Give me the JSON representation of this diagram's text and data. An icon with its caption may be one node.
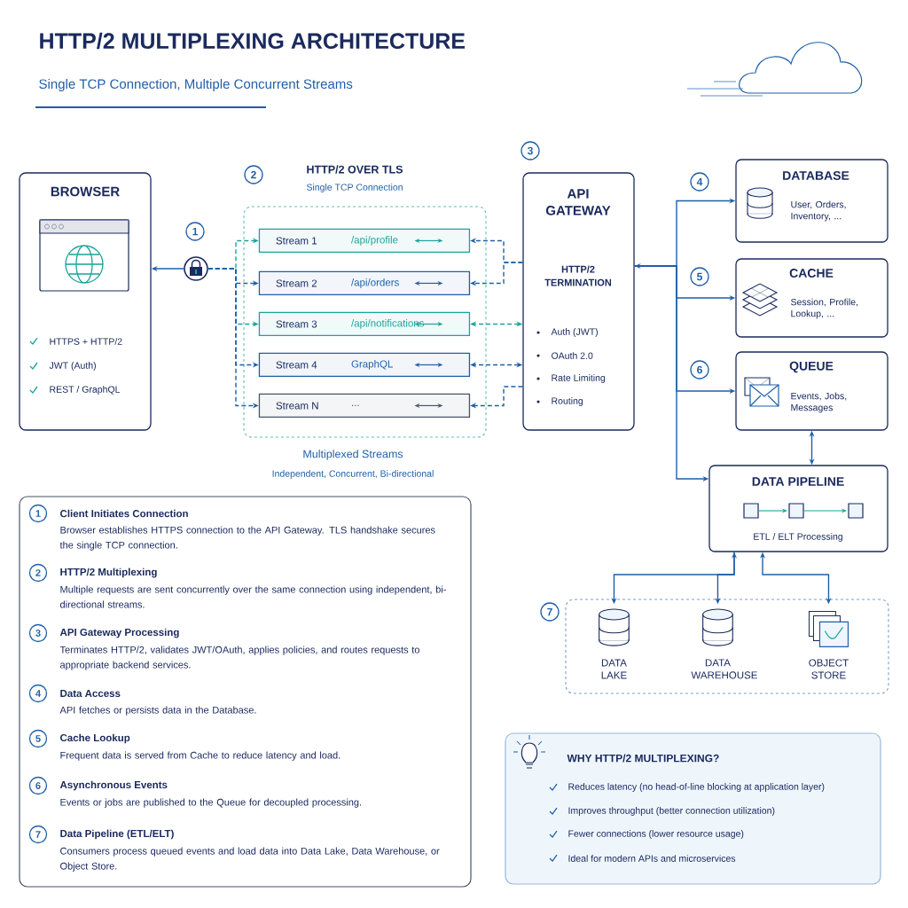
{
  "diagram": {
    "title": "HTTP/2 MULTIPLEXING ARCHITECTURE",
    "nodes": [
      {
        "text": [
          "BROWSER",
          "HTTPS + HTTP/2",
          "JWT (Auth)",
          "REST / GraphQL"
        ]
      },
      {
        "text": [],
        "shape": "circle"
      },
      {
        "text": [
          "HTTP/2 OVER TLS",
          "Single TCP Connection",
          "Multiplexed Streams",
          "Independent, Concurrent, Bi-directional"
        ]
      },
      {
        "text": [
          "Stream 1",
          "/api/profile"
        ],
        "in": 2
      },
      {
        "text": [
          "Stream 2",
          "/api/orders"
        ],
        "in": 2
      },
      {
        "text": [
          "Stream 3",
          "/api/notifications"
        ],
        "in": 2
      },
      {
        "text": [
          "Stream 4",
          "GraphQL"
        ],
        "in": 2
      },
      {
        "text": [
          "Stream N",
          "..."
        ],
        "in": 2
      },
      {
        "text": [
          "API GATEWAY",
          "HTTP/2 TERMINATION",
          "Auth (JWT)",
          "OAuth 2.0",
          "Rate Limiting",
          "Routing"
        ]
      },
      {
        "text": [
          "DATABASE",
          "User, Orders, Inventory, ..."
        ]
      },
      {
        "text": [
          "CACHE",
          "Session, Profile, Lookup, ..."
        ]
      },
      {
        "text": [
          "QUEUE",
          "Events, Jobs, Messages"
        ]
      },
      {
        "text": [
          "DATA PIPELINE",
          "ETL / ELT Processing"
        ]
      },
      {
        "text": [],
        "shape": "box"
      },
      {
        "text": [
          "DATA LAKE"
        ],
        "in": 13
      },
      {
        "text": [
          "DATA WAREHOUSE"
        ],
        "in": 13
      },
      {
        "text": [
          "OBJECT STORE"
        ],
        "in": 13
      },
      {
        "text": [
          "1",
          "Client Initiates Connection",
          "Browser establishes HTTPS connection to the API Gateway. TLS handshake secures the single TCP connection.",
          "2",
          "HTTP/2 Multiplexing",
          "Multiple requests are sent concurrently over the same connection using independent, bi-directional streams.",
          "3",
          "API Gateway Processing",
          "Terminates HTTP/2, validates JWT/OAuth, applies policies, and routes requests to appropriate backend services.",
          "4",
          "Data Access",
          "API fetches or persists data in the Database.",
          "5",
          "Cache Lookup",
          "Frequent data is served from Cache to reduce latency and load.",
          "6",
          "Asynchronous Events",
          "Events or jobs are published to the Queue for decoupled processing.",
          "7",
          "Data Pipeline (ETL/ELT)",
          "Consumers process queued events and load data into Data Lake, Data Warehouse, or Object Store."
        ]
      },
      {
        "text": [
          "WHY HTTP/2 MULTIPLEXING?",
          "Reduces latency (no head-of-line blocking at application layer)",
          "Improves throughput (better connection utilization)",
          "Fewer connections (lower resource usage)",
          "Ideal for modern APIs and microservices"
        ]
      }
    ],
    "edges": [
      {
        "from": 1,
        "to": 0,
        "arrow": "to"
      },
      {
        "from": 1,
        "to": 3,
        "arrow": "to",
        "style": "dashed",
        "color": "#1aa39a"
      },
      {
        "from": 1,
        "to": 4,
        "arrow": "to",
        "style": "dashed"
      },
      {
        "from": 1,
        "to": 5,
        "arrow": "to",
        "style": "dashed",
        "color": "#1aa39a"
      },
      {
        "from": 1,
        "to": 6,
        "arrow": "to",
        "style": "dashed"
      },
      {
        "from": 1,
        "to": 7,
        "arrow": "to",
        "style": "dashed"
      },
      {
        "from": 8,
        "to": 3,
        "arrow": "to",
        "style": "dashed"
      },
      {
        "from": 8,
        "to": 4,
        "arrow": "to",
        "style": "dashed"
      },
      {
        "from": 8,
        "to": 5,
        "arrow": "both",
        "style": "dashed",
        "color": "#1aa39a"
      },
      {
        "from": 8,
        "to": 6,
        "arrow": "both",
        "style": "dashed"
      },
      {
        "from": 8,
        "to": 7,
        "arrow": "to",
        "style": "dashed"
      },
      {
        "from": 8,
        "to": 9,
        "arrow": "both"
      },
      {
        "from": 8,
        "to": 10,
        "arrow": "to"
      },
      {
        "from": 8,
        "to": 11,
        "arrow": "to"
      },
      {
        "from": 8,
        "to": 12,
        "arrow": "to"
      },
      {
        "from": 11,
        "to": 12,
        "arrow": "both"
      },
      {
        "from": 12,
        "to": 14,
        "arrow": "both"
      },
      {
        "from": 12,
        "to": 15,
        "arrow": "to"
      },
      {
        "from": 12,
        "to": 16,
        "arrow": "both"
      }
    ],
    "labels": [
      "Single TCP Connection, Multiple Concurrent Streams",
      "1",
      "2",
      "3",
      "4",
      "5",
      "6",
      "7"
    ]
  }
}
